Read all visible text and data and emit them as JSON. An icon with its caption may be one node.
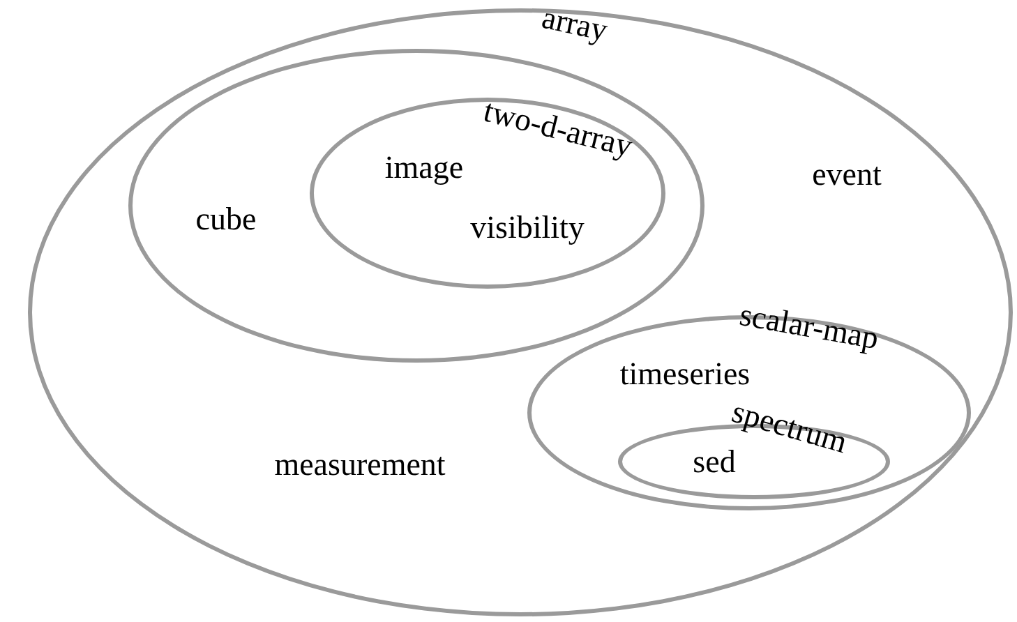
{
  "diagram": {
    "nodes": [
      {
        "text": [
          "event",
          "measurement"
        ]
      },
      {
        "text": [
          "array",
          "cube"
        ],
        "in": 0
      },
      {
        "text": [
          "two-d-array",
          "image",
          "visibility"
        ],
        "in": 1
      },
      {
        "text": [
          "scalar-map",
          "timeseries"
        ],
        "in": 0
      },
      {
        "text": [
          "spectrum",
          "sed"
        ],
        "in": 3
      }
    ]
  }
}
